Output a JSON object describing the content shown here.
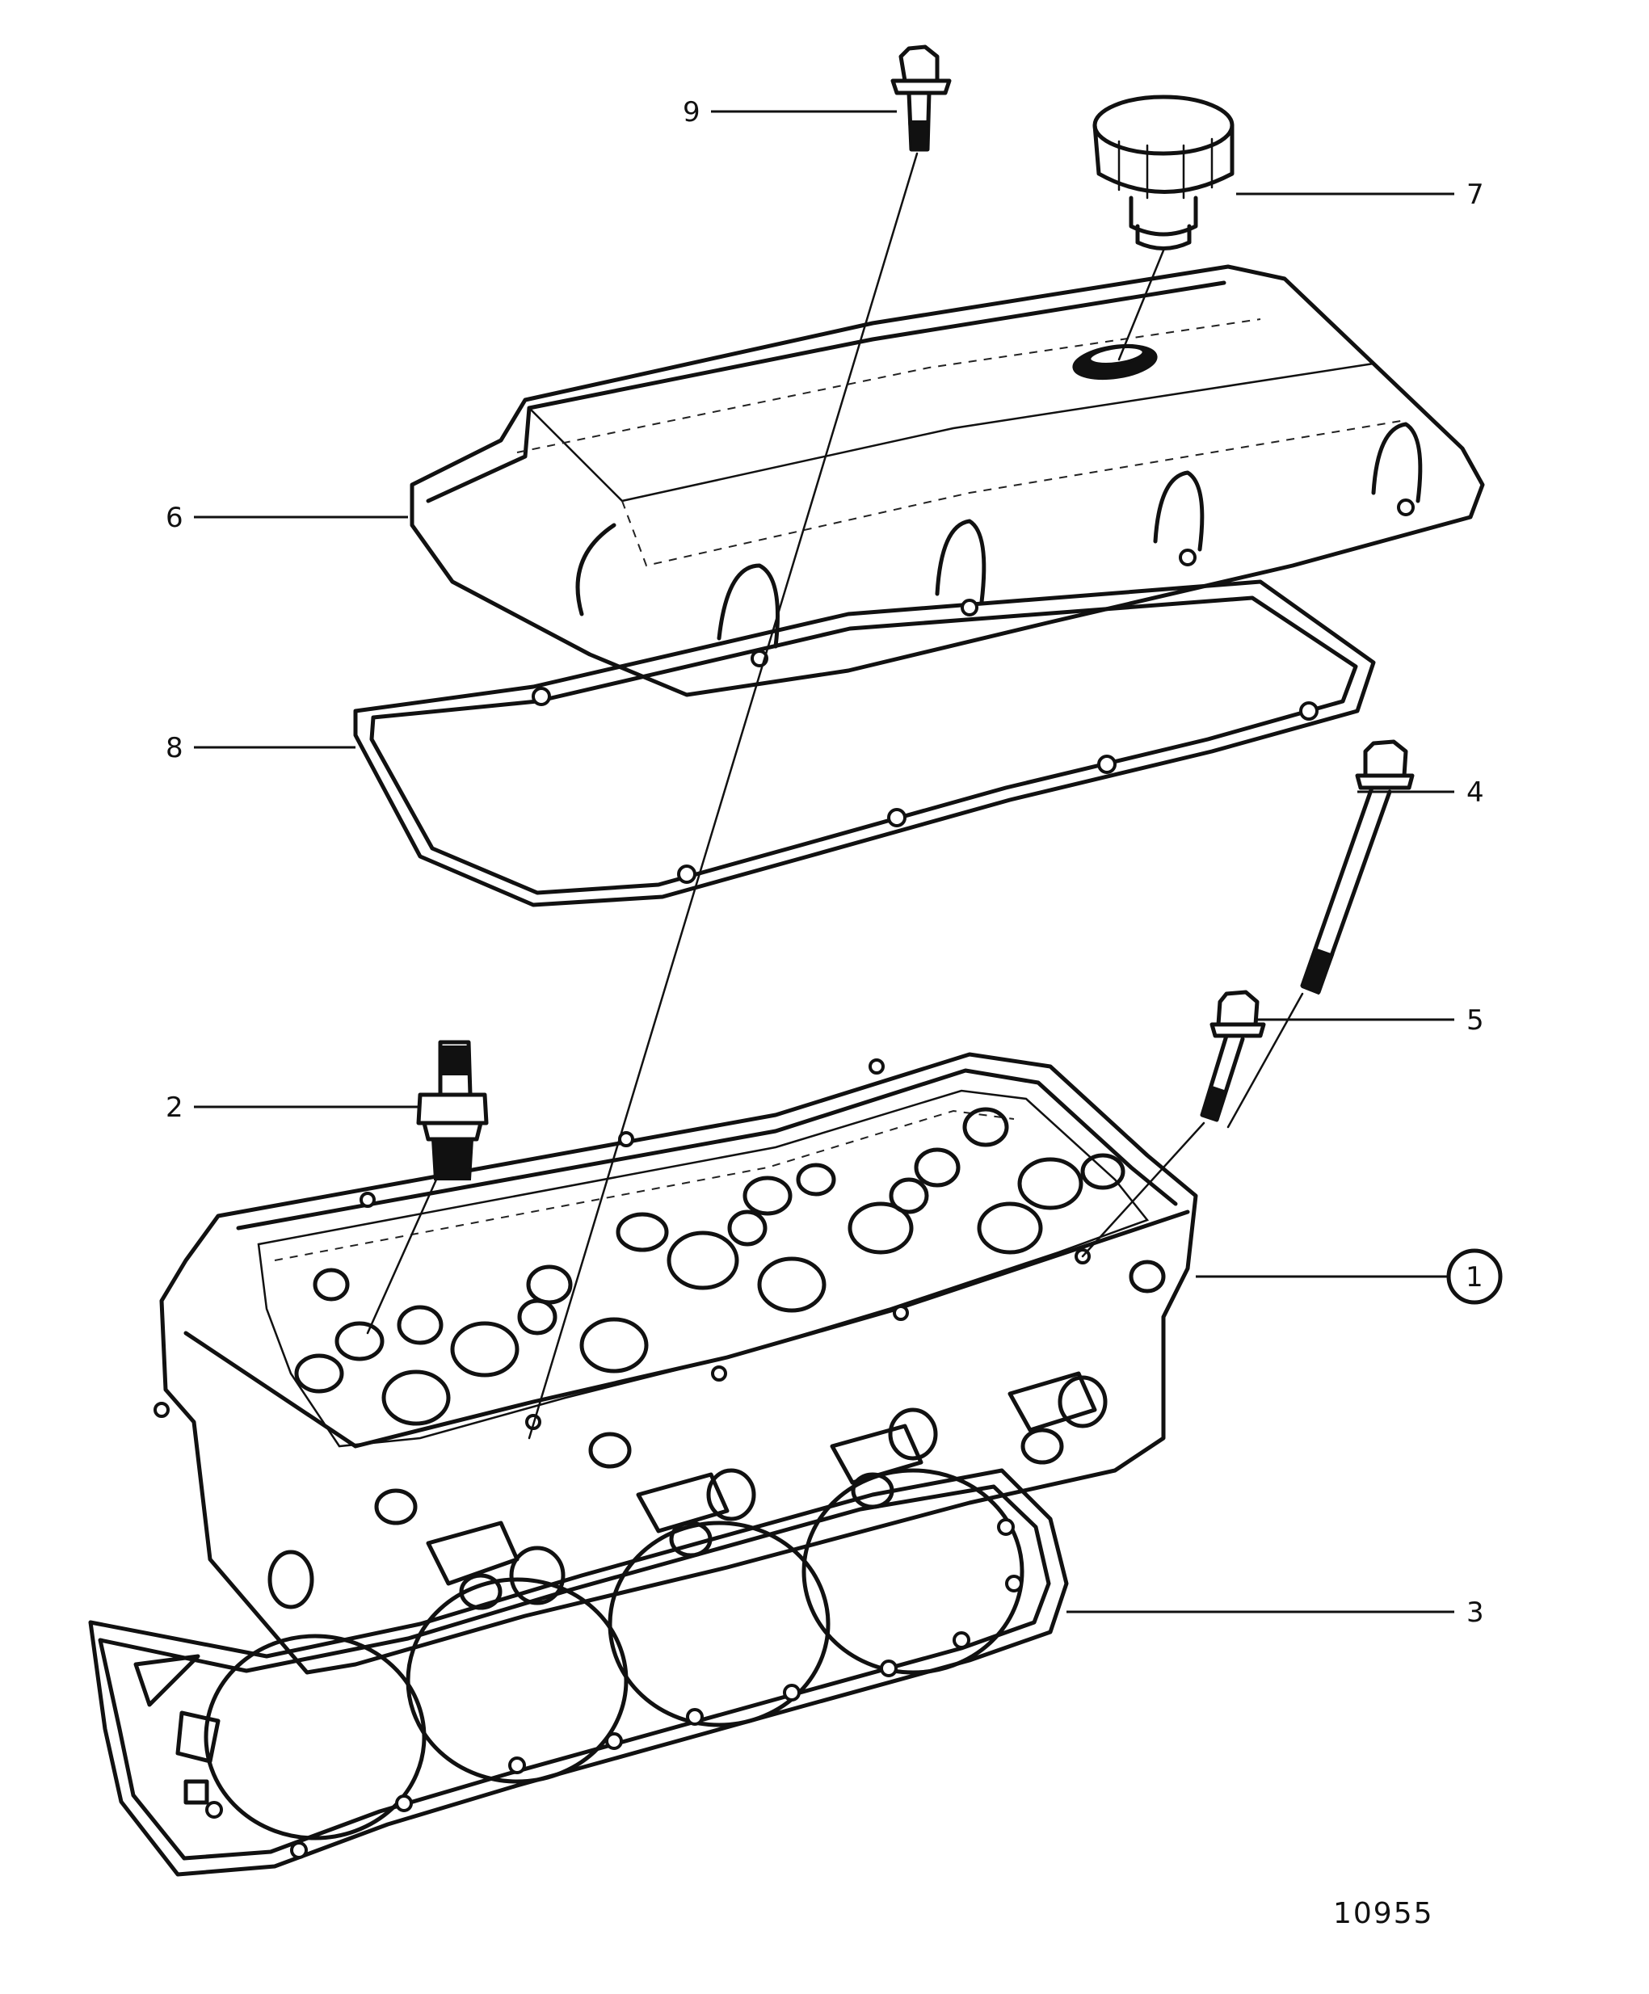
{
  "callouts": {
    "part_1": "1",
    "part_2": "2",
    "part_3": "3",
    "part_4": "4",
    "part_5": "5",
    "part_6": "6",
    "part_7": "7",
    "part_8": "8",
    "part_9": "9"
  },
  "reference_number": "10955"
}
